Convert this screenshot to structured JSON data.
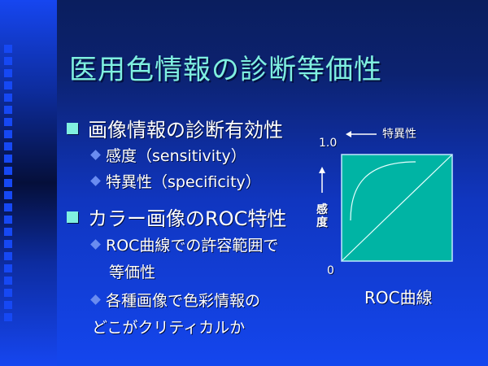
{
  "slide": {
    "title": "医用色情報の診断等価性",
    "bullets": [
      {
        "text": "画像情報の診断有効性",
        "subs": [
          "感度（sensitivity）",
          "特異性（specificity）"
        ]
      },
      {
        "text": "カラー画像のROC特性",
        "subs": [
          "ROC曲線での許容範囲で",
          "等価性",
          "各種画像で色彩情報の",
          "どこがクリティカルか"
        ]
      }
    ]
  },
  "figure": {
    "caption": "ROC曲線",
    "x_label": "特異性",
    "y_label": "感度",
    "y_top": "1.0",
    "origin": "0",
    "box_color": "#00b4a4"
  }
}
